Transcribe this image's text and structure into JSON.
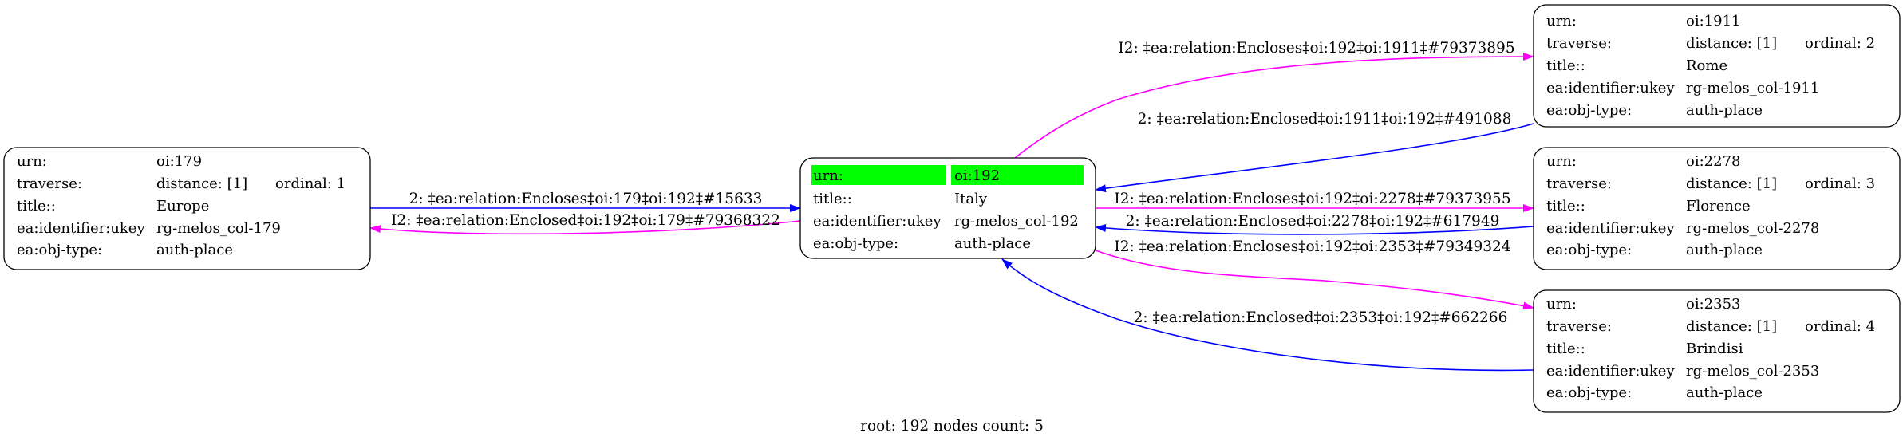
{
  "colors": {
    "forward_edge": "#0000ff",
    "inverse_edge": "#ff00ff",
    "root_highlight": "#00ff00",
    "node_border": "#000000"
  },
  "nodes": [
    {
      "id": "179",
      "is_root": false,
      "rows": [
        {
          "key": "urn:",
          "value": "oi:179"
        },
        {
          "key": "traverse:",
          "value": "distance: [1]",
          "extra": "ordinal: 1"
        },
        {
          "key": "title::",
          "value": "Europe"
        },
        {
          "key": "ea:identifier:ukey",
          "value": "rg-melos_col-179"
        },
        {
          "key": "ea:obj-type:",
          "value": "auth-place"
        }
      ]
    },
    {
      "id": "192",
      "is_root": true,
      "rows": [
        {
          "key": "urn:",
          "value": "oi:192"
        },
        {
          "key": "title::",
          "value": "Italy"
        },
        {
          "key": "ea:identifier:ukey",
          "value": "rg-melos_col-192"
        },
        {
          "key": "ea:obj-type:",
          "value": "auth-place"
        }
      ]
    },
    {
      "id": "1911",
      "is_root": false,
      "rows": [
        {
          "key": "urn:",
          "value": "oi:1911"
        },
        {
          "key": "traverse:",
          "value": "distance: [1]",
          "extra": "ordinal: 2"
        },
        {
          "key": "title::",
          "value": "Rome"
        },
        {
          "key": "ea:identifier:ukey",
          "value": "rg-melos_col-1911"
        },
        {
          "key": "ea:obj-type:",
          "value": "auth-place"
        }
      ]
    },
    {
      "id": "2278",
      "is_root": false,
      "rows": [
        {
          "key": "urn:",
          "value": "oi:2278"
        },
        {
          "key": "traverse:",
          "value": "distance: [1]",
          "extra": "ordinal: 3"
        },
        {
          "key": "title::",
          "value": "Florence"
        },
        {
          "key": "ea:identifier:ukey",
          "value": "rg-melos_col-2278"
        },
        {
          "key": "ea:obj-type:",
          "value": "auth-place"
        }
      ]
    },
    {
      "id": "2353",
      "is_root": false,
      "rows": [
        {
          "key": "urn:",
          "value": "oi:2353"
        },
        {
          "key": "traverse:",
          "value": "distance: [1]",
          "extra": "ordinal: 4"
        },
        {
          "key": "title::",
          "value": "Brindisi"
        },
        {
          "key": "ea:identifier:ukey",
          "value": "rg-melos_col-2353"
        },
        {
          "key": "ea:obj-type:",
          "value": "auth-place"
        }
      ]
    }
  ],
  "edges": [
    {
      "from": "179",
      "to": "192",
      "kind": "forward",
      "label": "2: ‡ea:relation:Encloses‡oi:179‡oi:192‡#15633"
    },
    {
      "from": "192",
      "to": "179",
      "kind": "inverse",
      "label": "I2: ‡ea:relation:Enclosed‡oi:192‡oi:179‡#79368322"
    },
    {
      "from": "192",
      "to": "1911",
      "kind": "inverse",
      "label": "I2: ‡ea:relation:Encloses‡oi:192‡oi:1911‡#79373895"
    },
    {
      "from": "1911",
      "to": "192",
      "kind": "forward",
      "label": "2: ‡ea:relation:Enclosed‡oi:1911‡oi:192‡#491088"
    },
    {
      "from": "192",
      "to": "2278",
      "kind": "inverse",
      "label": "I2: ‡ea:relation:Encloses‡oi:192‡oi:2278‡#79373955"
    },
    {
      "from": "2278",
      "to": "192",
      "kind": "forward",
      "label": "2: ‡ea:relation:Enclosed‡oi:2278‡oi:192‡#617949"
    },
    {
      "from": "192",
      "to": "2353",
      "kind": "inverse",
      "label": "I2: ‡ea:relation:Encloses‡oi:192‡oi:2353‡#79349324"
    },
    {
      "from": "2353",
      "to": "192",
      "kind": "forward",
      "label": "2: ‡ea:relation:Enclosed‡oi:2353‡oi:192‡#662266"
    }
  ],
  "footer": {
    "text": "root: 192 nodes count: 5"
  }
}
